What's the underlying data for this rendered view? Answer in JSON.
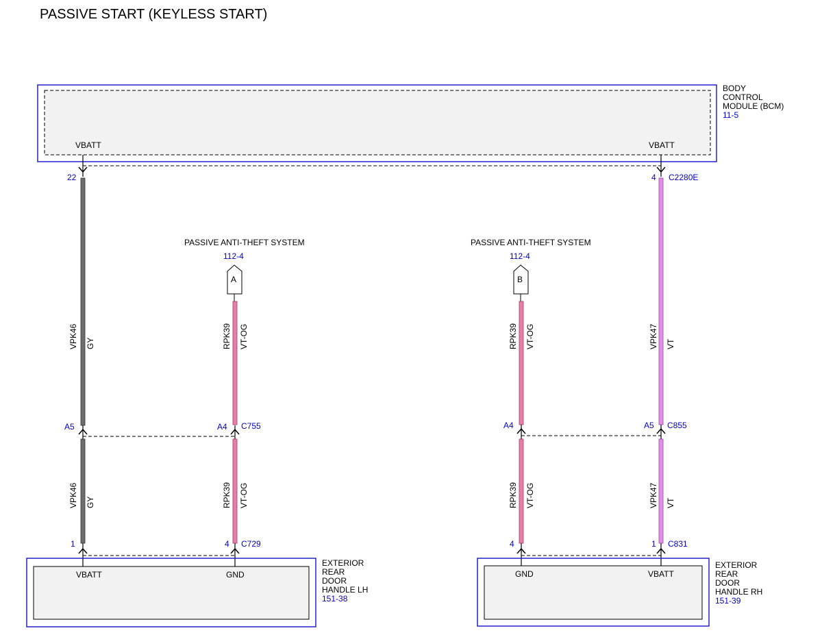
{
  "title": "PASSIVE START (KEYLESS START)",
  "colors": {
    "link": "#0000cc",
    "frame": "#2222cc",
    "wire_gy": "#6e6e6e",
    "wire_vt_og": "#e57fa8",
    "wire_vt": "#e08ee8",
    "module_fill": "#f2f2f2"
  },
  "bcm": {
    "name_lines": [
      "BODY",
      "CONTROL",
      "MODULE (BCM)"
    ],
    "ref": "11-5",
    "pin_left_label": "VBATT",
    "pin_right_label": "VBATT",
    "pin_left_num": "22",
    "pin_right_num": "4",
    "connector": "C2280E"
  },
  "pats": [
    {
      "title": "PASSIVE ANTI-THEFT SYSTEM",
      "ref": "112-4",
      "letter": "A"
    },
    {
      "title": "PASSIVE ANTI-THEFT SYSTEM",
      "ref": "112-4",
      "letter": "B"
    }
  ],
  "wires": {
    "w1_upper": {
      "circuit": "VPK46",
      "color": "GY"
    },
    "w1_lower": {
      "circuit": "VPK46",
      "color": "GY"
    },
    "w2_upper": {
      "circuit": "RPK39",
      "color": "VT-OG"
    },
    "w2_lower": {
      "circuit": "RPK39",
      "color": "VT-OG"
    },
    "w3_upper": {
      "circuit": "RPK39",
      "color": "VT-OG"
    },
    "w3_lower": {
      "circuit": "RPK39",
      "color": "VT-OG"
    },
    "w4_upper": {
      "circuit": "VPK47",
      "color": "VT"
    },
    "w4_lower": {
      "circuit": "VPK47",
      "color": "VT"
    }
  },
  "inline_connectors": {
    "left": {
      "pin1": "A5",
      "pin2": "A4",
      "name": "C755"
    },
    "right": {
      "pin1": "A4",
      "pin2": "A5",
      "name": "C855"
    }
  },
  "handle_lh": {
    "name_lines": [
      "EXTERIOR",
      "REAR",
      "DOOR",
      "HANDLE LH"
    ],
    "ref": "151-38",
    "pin_left_label": "VBATT",
    "pin_right_label": "GND",
    "pin_left_num": "1",
    "pin_right_num": "4",
    "connector": "C729"
  },
  "handle_rh": {
    "name_lines": [
      "EXTERIOR",
      "REAR",
      "DOOR",
      "HANDLE RH"
    ],
    "ref": "151-39",
    "pin_left_label": "GND",
    "pin_right_label": "VBATT",
    "pin_left_num": "4",
    "pin_right_num": "1",
    "connector": "C831"
  }
}
